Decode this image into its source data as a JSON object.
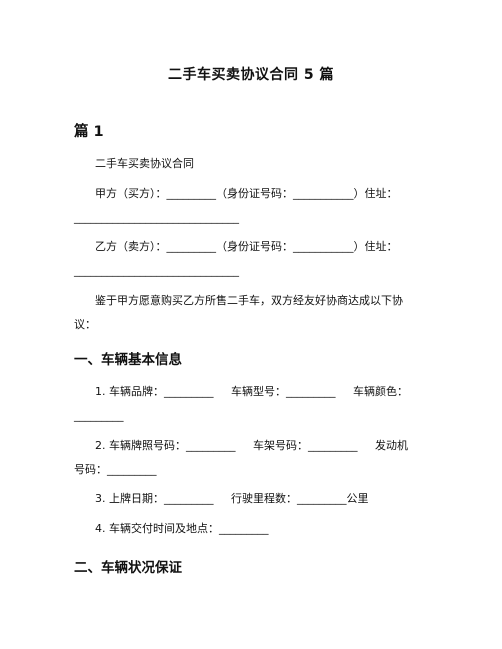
{
  "doc_title": "二手车买卖协议合同 5 篇",
  "part_heading": "篇 1",
  "para_title": "二手车买卖协议合同",
  "party_a": {
    "line1": "甲方（买方）：_________（身份证号码：___________）住址：",
    "line2": "______________________________"
  },
  "party_b": {
    "line1": "乙方（卖方）：_________（身份证号码：___________）住址：",
    "line2": "______________________________"
  },
  "preamble": {
    "line1": "鉴于甲方愿意购买乙方所售二手车，双方经友好协商达成以下协",
    "line2": "议："
  },
  "section1_heading": "一、车辆基本信息",
  "item1": {
    "line1": "1. 车辆品牌：_________     车辆型号：_________     车辆颜色：",
    "line2": "_________"
  },
  "item2": {
    "line1": "2. 车辆牌照号码：_________     车架号码：_________     发动机",
    "line2": "号码：_________"
  },
  "item3": "3. 上牌日期：_________     行驶里程数：_________公里",
  "item4": "4. 车辆交付时间及地点：_________",
  "section2_heading": "二、车辆状况保证"
}
